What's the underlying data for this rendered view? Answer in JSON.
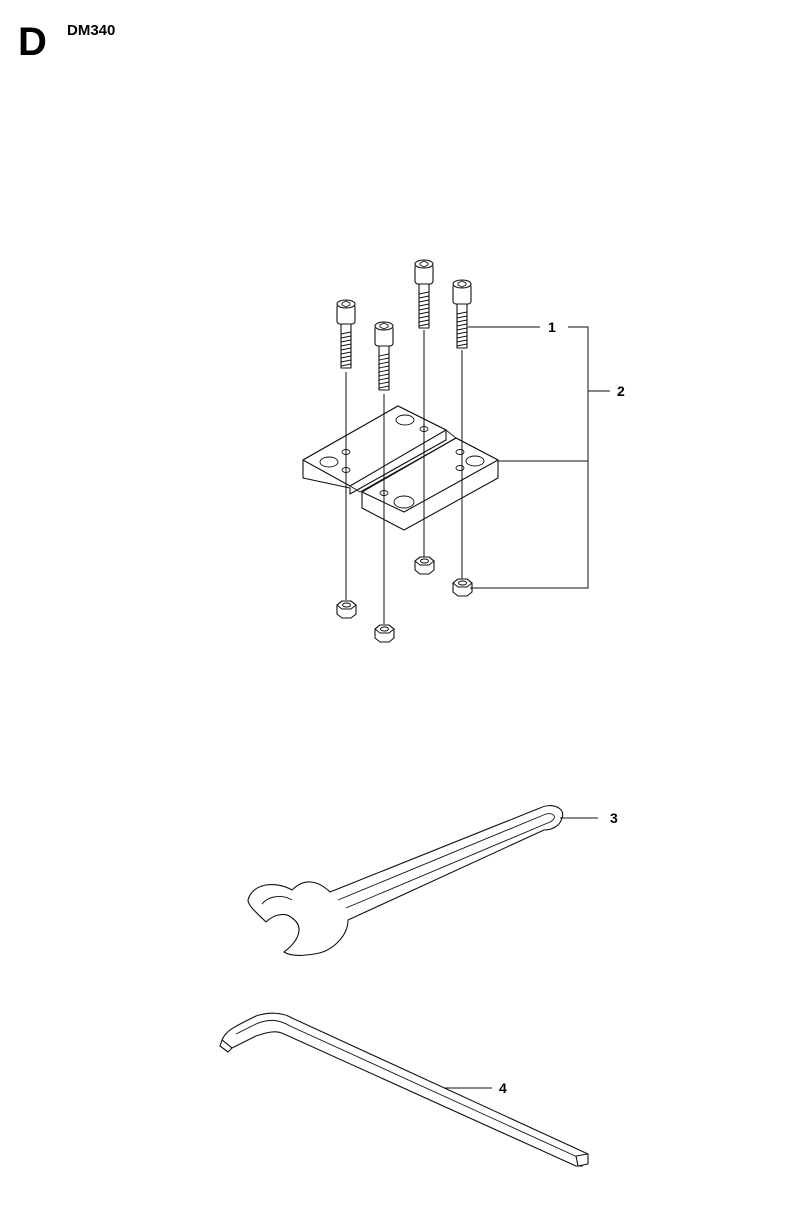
{
  "header": {
    "section_letter": "D",
    "model_code": "DM340"
  },
  "callouts": [
    {
      "number": "1",
      "target": "socket-head-screw"
    },
    {
      "number": "2",
      "target": "mounting-plate-kit"
    },
    {
      "number": "3",
      "target": "open-end-wrench"
    },
    {
      "number": "4",
      "target": "hex-key"
    }
  ]
}
